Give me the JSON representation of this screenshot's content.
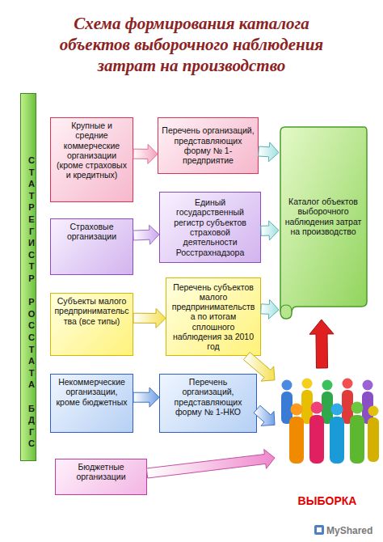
{
  "diagram": {
    "title": "Схема формирования каталога объектов выборочного наблюдения затрат на производство",
    "nodes": [
      {
        "text": [
          "СТАТРЕГИСТР РОССТАТА БДГС"
        ]
      },
      {
        "text": [
          "Крупные и средние коммерческие организации (кроме страховых и кредитных)"
        ]
      },
      {
        "text": [
          "Перечень организаций, представляющих форму № 1-предприятие"
        ]
      },
      {
        "text": [
          "Каталог объектов выборочного наблюдения затрат на производство"
        ]
      },
      {
        "text": [
          "Страховые организации"
        ]
      },
      {
        "text": [
          "Единый государственный регистр субъектов страховой деятельности Росстрахнадзора"
        ]
      },
      {
        "text": [
          "Субъекты малого предпринимательства (все типы)"
        ]
      },
      {
        "text": [
          "Перечень субъектов малого предпринимательства по итогам сплошного наблюдения за 2010 год"
        ]
      },
      {
        "text": [
          "Некоммерческие организации, кроме бюджетных"
        ]
      },
      {
        "text": [
          "Перечень организаций, представляющих форму № 1-НКО"
        ]
      },
      {
        "text": [
          "Бюджетные организации"
        ]
      },
      {
        "text": [
          "ВЫБОРКА"
        ]
      }
    ],
    "edges": [
      {
        "from": 1,
        "to": 2,
        "arrow": "to"
      },
      {
        "from": 2,
        "to": 3,
        "arrow": "to"
      },
      {
        "from": 4,
        "to": 5,
        "arrow": "to"
      },
      {
        "from": 5,
        "to": 3,
        "arrow": "to"
      },
      {
        "from": 6,
        "to": 7,
        "arrow": "to"
      },
      {
        "from": 7,
        "to": 3,
        "arrow": "to"
      },
      {
        "from": 8,
        "to": 9,
        "arrow": "to"
      },
      {
        "from": 7,
        "to": 11,
        "arrow": "to"
      },
      {
        "from": 9,
        "to": 11,
        "arrow": "to"
      },
      {
        "from": 10,
        "to": 11,
        "arrow": "to"
      },
      {
        "from": 11,
        "to": 3,
        "arrow": "to"
      }
    ],
    "labels": [
      "MyShared"
    ]
  }
}
